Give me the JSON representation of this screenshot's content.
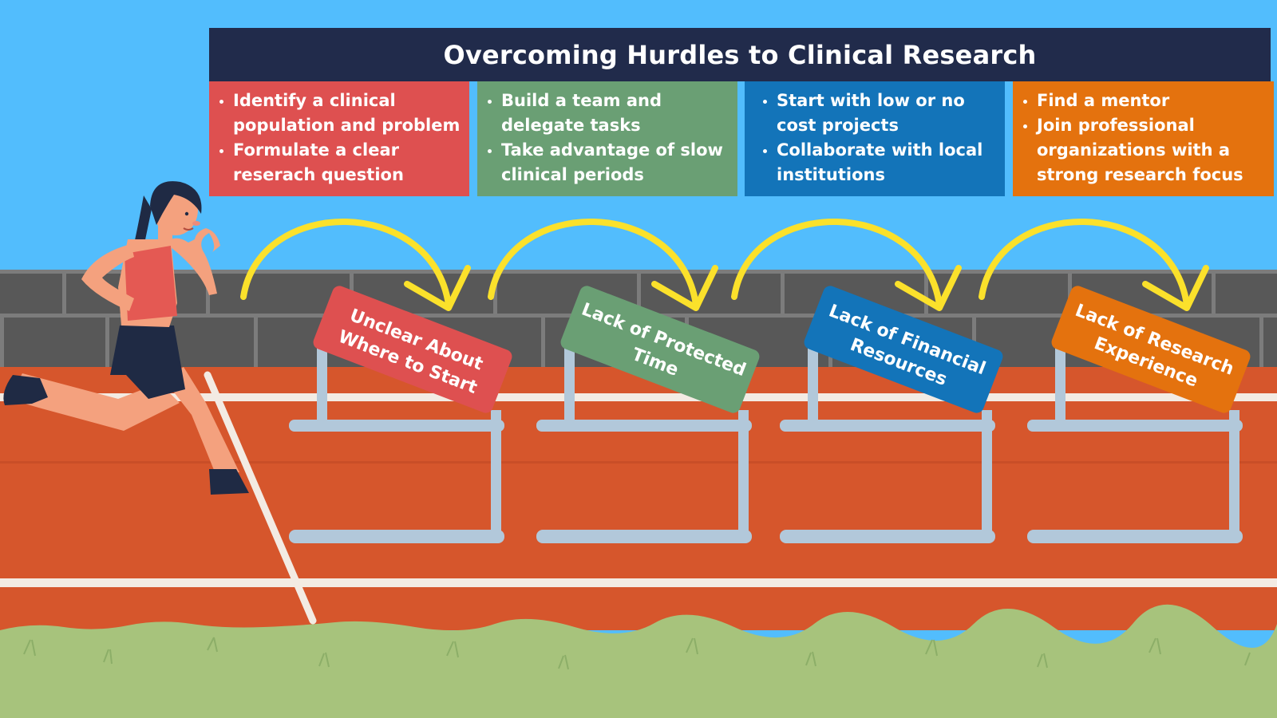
{
  "title": "Overcoming Hurdles to Clinical Research",
  "colors": {
    "sky": "#52bdfd",
    "header": "#212b4b",
    "red": "#de5050",
    "green": "#6a9f74",
    "blue": "#1374b9",
    "orange": "#e4720e",
    "track": "#d6562c",
    "grass": "#a7c37c",
    "wall": "#585858",
    "arrow": "#fbe12b",
    "hurdle_frame": "#b2c8da"
  },
  "strategies": [
    {
      "color": "#de5050",
      "items": [
        "Identify a clinical population and problem",
        "Formulate a clear reserach question"
      ]
    },
    {
      "color": "#6a9f74",
      "items": [
        "Build a team and delegate tasks",
        "Take advantage of slow clinical periods"
      ]
    },
    {
      "color": "#1374b9",
      "items": [
        "Start with low or no cost projects",
        "Collaborate with local institutions"
      ]
    },
    {
      "color": "#e4720e",
      "items": [
        "Find a mentor",
        "Join professional organizations with a strong research focus"
      ]
    }
  ],
  "hurdles": [
    {
      "color": "#de5050",
      "lines": [
        "Unclear About",
        "Where to Start"
      ]
    },
    {
      "color": "#6a9f74",
      "lines": [
        "Lack of Protected",
        "Time"
      ]
    },
    {
      "color": "#1374b9",
      "lines": [
        "Lack of Financial",
        "Resources"
      ]
    },
    {
      "color": "#e4720e",
      "lines": [
        "Lack of Research",
        "Experience"
      ]
    }
  ],
  "icons": [
    "runner-figure",
    "jump-arrow-icon",
    "hurdle-icon"
  ]
}
